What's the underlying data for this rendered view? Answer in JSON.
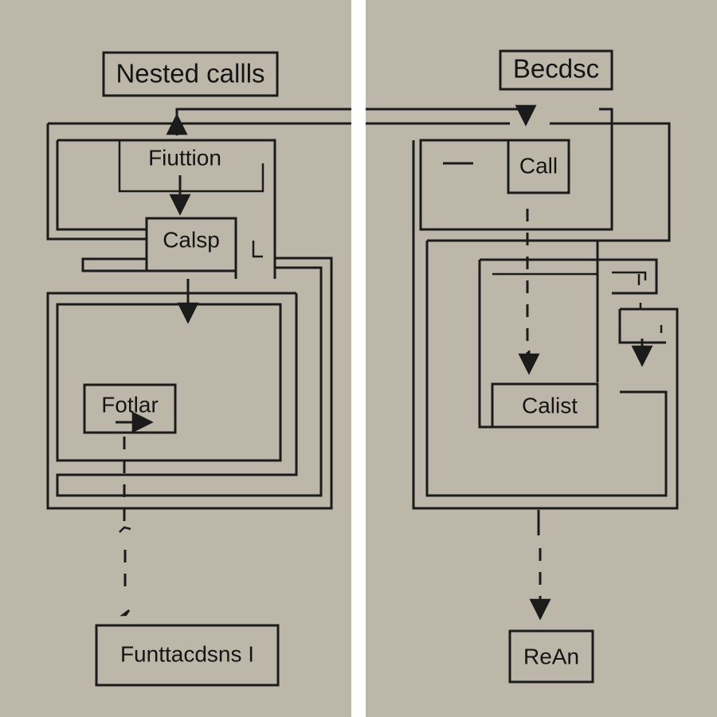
{
  "left_panel": {
    "title": "Nested callls",
    "function_label": "Fiuttion",
    "call_box": "Calsp",
    "inner_box": "Fotlar",
    "bottom_box": "Funttacdsns I"
  },
  "right_panel": {
    "title": "Becdsc",
    "call_box": "Call",
    "inner_box": "Calist",
    "bottom_box": "ReAn"
  },
  "colors": {
    "background": "#bdb7aa",
    "ink": "#1b1b1b",
    "divider": "#ffffff"
  }
}
